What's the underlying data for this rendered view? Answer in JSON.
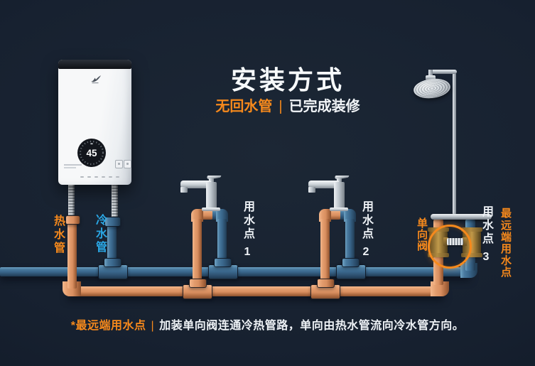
{
  "header": {
    "title": "安装方式",
    "subtitle_highlight": "无回水管",
    "subtitle_divider": "|",
    "subtitle_text": "已完成装修"
  },
  "heater": {
    "temp": "45"
  },
  "pipe_labels": {
    "hot": "热水管",
    "cold": "冷水管"
  },
  "points": [
    {
      "label": "用水点",
      "num": "1"
    },
    {
      "label": "用水点",
      "num": "2"
    },
    {
      "label": "用水点",
      "num": "3"
    }
  ],
  "valve_label": "单向阀",
  "farthest_label": "最远端用水点",
  "footnote": {
    "highlight": "*最远端用水点",
    "divider": "|",
    "text": "加装单向阀连通冷热管路，单向由热水管流向冷水管方向。"
  },
  "colors": {
    "background": "#17212f",
    "accent_orange": "#f6891c",
    "accent_blue": "#2aa7e5",
    "hot_pipe": "#d98f60",
    "cold_pipe": "#3a678c",
    "brass_valve": "#a5823d",
    "text_white": "#eef2f6"
  }
}
